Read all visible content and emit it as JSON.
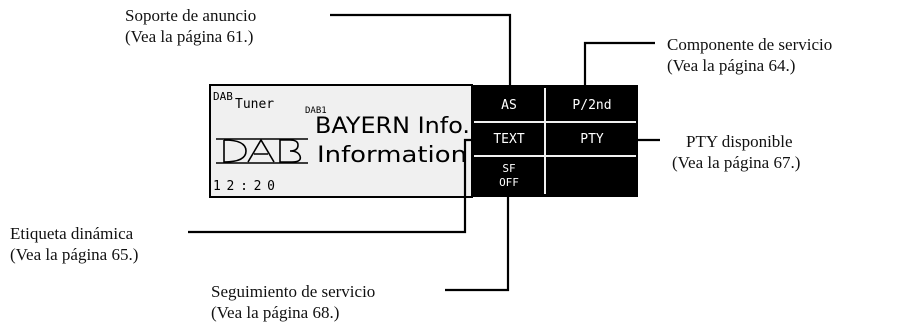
{
  "display": {
    "source_label": "DAB",
    "tuner_label": "Tuner",
    "channel_label": "DAB1",
    "service_name": "BAYERN Info.",
    "label_text": "Information",
    "logo_text": "DAB",
    "clock": "12:20",
    "colors": {
      "lcd_bg": "#f0f0f0",
      "button_bg": "#000000",
      "button_text": "#ffffff",
      "lcd_text": "#000000"
    }
  },
  "buttons": [
    {
      "id": "as",
      "label": "AS"
    },
    {
      "id": "p2nd",
      "label": "P/2nd"
    },
    {
      "id": "text",
      "label": "TEXT"
    },
    {
      "id": "pty",
      "label": "PTY"
    },
    {
      "id": "sf",
      "label_line1": "SF",
      "label_line2": "OFF"
    },
    {
      "id": "blank",
      "label": ""
    }
  ],
  "callouts": {
    "soporte": {
      "title": "Soporte de anuncio",
      "ref": "(Vea la página 61.)"
    },
    "componente": {
      "title": "Componente de servicio",
      "ref": "(Vea la página 64.)"
    },
    "pty": {
      "title": "PTY disponible",
      "ref": "(Vea la página 67.)"
    },
    "etiqueta": {
      "title": "Etiqueta dinámica",
      "ref": "(Vea la página 65.)"
    },
    "seguimiento": {
      "title": "Seguimiento de servicio",
      "ref": "(Vea la página 68.)"
    }
  }
}
